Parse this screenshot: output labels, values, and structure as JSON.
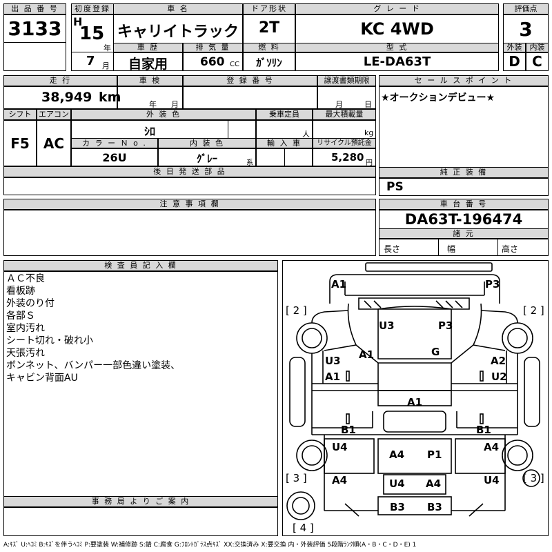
{
  "top": {
    "lot_label": "出 品 番 号",
    "lot_number": "3133",
    "first_reg_label": "初度登録",
    "era": "H",
    "year": "15",
    "year_unit": "年",
    "month": "7",
    "month_unit": "月",
    "car_name_label": "車 名",
    "car_name": "キャリイトラック",
    "door_label": "ドア形状",
    "door": "2T",
    "grade_label": "グ レ ー ド",
    "grade": "KC 4WD",
    "score_label": "評価点",
    "score": "3",
    "history_label": "車 歴",
    "history": "自家用",
    "displacement_label": "排 気 量",
    "displacement": "660",
    "displacement_unit": "CC",
    "fuel_label": "燃 料",
    "fuel": "ｶﾞｿﾘﾝ",
    "model_label": "型 式",
    "model": "LE-DA63T",
    "ext_grade_label": "外装",
    "ext_grade": "D",
    "int_grade_label": "内装",
    "int_grade": "C"
  },
  "mid": {
    "mileage_label": "走 行",
    "mileage": "38,949",
    "mileage_unit": "km",
    "inspection_label": "車 検",
    "insp_year_unit": "年",
    "insp_month_unit": "月",
    "plate_label": "登 録 番 号",
    "transfer_label": "譲渡書類期限",
    "transfer_month_unit": "月",
    "transfer_day_unit": "日",
    "sales_point_label": "セ ー ル ス ポ イ ン ト",
    "sales_point": "★オークションデビュー★",
    "shift_label": "シフト",
    "shift": "F5",
    "ac_label": "エアコン",
    "ac": "AC",
    "ext_color_label": "外 装 色",
    "ext_color": "ｼﾛ",
    "capacity_label": "乗車定員",
    "capacity_unit": "人",
    "max_load_label": "最大積載量",
    "max_load_unit": "kg",
    "color_no_label": "カ ラ ー Ｎ o .",
    "color_no": "26U",
    "int_color_label": "内 装 色",
    "int_color": "ｸﾞﾚｰ",
    "int_color_unit": "系",
    "import_label": "輸 入 車",
    "recycle_label": "リサイクル預託金",
    "recycle": "5,280",
    "recycle_unit": "円",
    "later_parts_label": "後 日 発 送 部 品",
    "equipment_label": "純 正 装 備",
    "equipment": "PS",
    "caution_label": "注 意 事 項 欄",
    "chassis_label": "車 台 番 号",
    "chassis": "DA63T-196474",
    "specs_label": "諸 元",
    "length_label": "長さ",
    "width_label": "幅",
    "height_label": "高さ"
  },
  "inspector": {
    "label": "検 査 員 記 入 欄",
    "lines": [
      "ＡＣ不良",
      "看板跡",
      "外装のり付",
      "各部Ｓ",
      "室内汚れ",
      "シート切れ・破れ小",
      "天張汚れ",
      "ボンネット、バンパー一部色違い塗装、",
      "キャビン背面AU"
    ],
    "office_label": "事 務 局 よ り ご 案 内"
  },
  "diagram": {
    "bracket_2_left": "[ 2 ]",
    "bracket_2_right": "[ 2 ]",
    "bracket_3_left": "[ 3 ]",
    "bracket_3_right": "[ 3 ]",
    "bracket_4": "[ 4 ]",
    "marks": {
      "m1": "A1",
      "m2": "P3",
      "m3": "U3",
      "m4": "P3",
      "m5": "A1",
      "m6": "G",
      "m7": "U3",
      "m8": "A2",
      "m9": "A1",
      "m10": "U2",
      "m11": "A1",
      "m12": "B1",
      "m13": "B1",
      "m14": "U4",
      "m15": "A4",
      "m16": "P1",
      "m17": "A4",
      "m18": "A4",
      "m19": "U4",
      "m20": "A4",
      "m21": "U4",
      "m22": "B3",
      "m23": "B3"
    }
  },
  "legend": "A:ｷｽﾞ U:ﾍｺﾐ B:ｷｽﾞを伴うﾍｺﾐ P:要塗装 W:補修跡 S:錆 C:腐食 G:ﾌﾛﾝﾄｶﾞﾗｽ点ｷｽﾞ XX:交換済み X:要交換 内・外装評価 5段階ﾗﾝｸ順(A・B・C・D・E) 1"
}
